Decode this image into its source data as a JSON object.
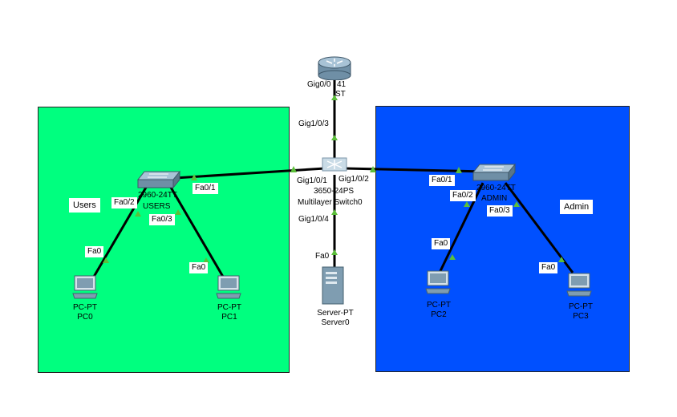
{
  "colors": {
    "users_area": "#00ff7f",
    "admin_area": "#0050ff",
    "link": "#000000",
    "link_status": "#5cbf3a"
  },
  "areas": {
    "users_label": "Users",
    "admin_label": "Admin"
  },
  "devices": {
    "router": {
      "model": "41",
      "name": "ST",
      "icon": "router-icon"
    },
    "core_switch": {
      "model": "3650-24PS",
      "name": "Multilayer Switch0",
      "icon": "multilayer-switch-icon"
    },
    "users_switch": {
      "model": "2960-24TT",
      "name": "USERS",
      "icon": "switch-icon"
    },
    "admin_switch": {
      "model": "2960-24TT",
      "name": "ADMIN",
      "icon": "switch-icon"
    },
    "server": {
      "model": "Server-PT",
      "name": "Server0",
      "icon": "server-icon"
    },
    "pc0": {
      "model": "PC-PT",
      "name": "PC0",
      "icon": "pc-icon"
    },
    "pc1": {
      "model": "PC-PT",
      "name": "PC1",
      "icon": "pc-icon"
    },
    "pc2": {
      "model": "PC-PT",
      "name": "PC2",
      "icon": "pc-icon"
    },
    "pc3": {
      "model": "PC-PT",
      "name": "PC3",
      "icon": "pc-icon"
    }
  },
  "ports": {
    "router_gig0_0": "Gig0/0",
    "core_gig1_0_3": "Gig1/0/3",
    "core_gig1_0_1": "Gig1/0/1",
    "core_gig1_0_2": "Gig1/0/2",
    "core_gig1_0_4": "Gig1/0/4",
    "users_fa0_1": "Fa0/1",
    "users_fa0_2": "Fa0/2",
    "users_fa0_3": "Fa0/3",
    "admin_fa0_1": "Fa0/1",
    "admin_fa0_2": "Fa0/2",
    "admin_fa0_3": "Fa0/3",
    "pc0_fa0": "Fa0",
    "pc1_fa0": "Fa0",
    "pc2_fa0": "Fa0",
    "pc3_fa0": "Fa0",
    "server_fa0": "Fa0"
  },
  "links": [
    {
      "from": "router",
      "to": "core_switch"
    },
    {
      "from": "core_switch",
      "to": "users_switch"
    },
    {
      "from": "core_switch",
      "to": "admin_switch"
    },
    {
      "from": "core_switch",
      "to": "server"
    },
    {
      "from": "users_switch",
      "to": "pc0"
    },
    {
      "from": "users_switch",
      "to": "pc1"
    },
    {
      "from": "admin_switch",
      "to": "pc2"
    },
    {
      "from": "admin_switch",
      "to": "pc3"
    }
  ]
}
